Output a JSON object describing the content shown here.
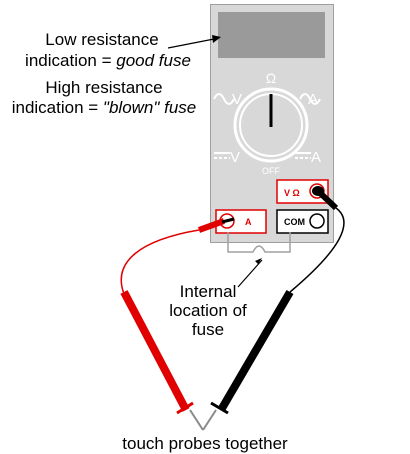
{
  "annotations": {
    "low_resistance_line1": "Low resistance",
    "low_resistance_line2_prefix": "indication = ",
    "low_resistance_line2_emph": "good fuse",
    "high_resistance_line1": "High resistance",
    "high_resistance_line2_prefix": "indication = ",
    "high_resistance_line2_emph": "\"blown\" fuse",
    "internal_fuse_line1": "Internal",
    "internal_fuse_line2": "location of",
    "internal_fuse_line3": "fuse",
    "touch_probes": "touch probes together"
  },
  "meter": {
    "dial_symbol_ohm": "Ω",
    "dial_label_off": "OFF",
    "dial_label_ac_v": "V",
    "dial_label_ac_a": "A",
    "dial_label_dc_v": "V",
    "dial_label_dc_a": "A",
    "jack_a_label": "A",
    "jack_v_ohm_label": "V Ω",
    "jack_com_label": "COM"
  },
  "colors": {
    "meter_body": "#d8d8d8",
    "meter_outline": "#a0a0a0",
    "display": "#9a9a9a",
    "jack_red": "#e00000",
    "probe_red": "#e00000",
    "probe_black": "#000000",
    "wire_gray": "#a0a0a0"
  }
}
